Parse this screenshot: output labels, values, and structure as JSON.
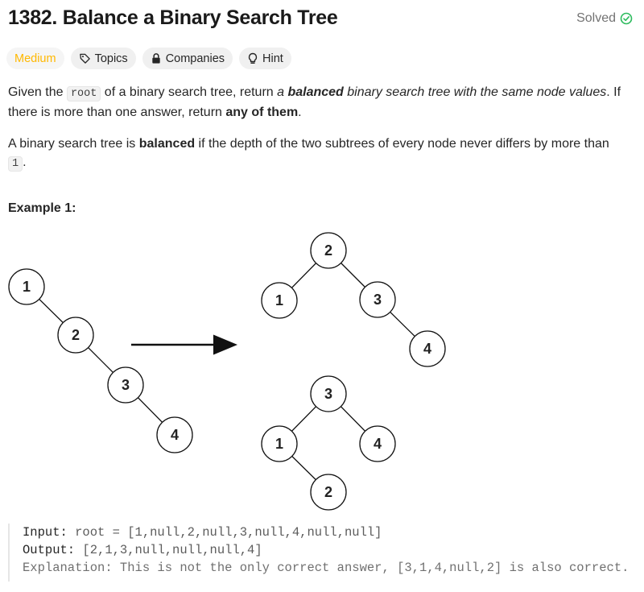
{
  "problem": {
    "title": "1382. Balance a Binary Search Tree",
    "status": "Solved"
  },
  "tags": {
    "difficulty": "Medium",
    "topics": "Topics",
    "companies": "Companies",
    "hint": "Hint"
  },
  "description": {
    "p1_a": "Given the ",
    "p1_code": "root",
    "p1_b": " of a binary search tree, return ",
    "p1_c": "a ",
    "p1_d": "balanced",
    "p1_e": " binary search tree with the same node values",
    "p1_f": ". If there is more than one answer, return ",
    "p1_g": "any of them",
    "p1_h": ".",
    "p2_a": "A binary search tree is ",
    "p2_b": "balanced",
    "p2_c": " if the depth of the two subtrees of every node never differs by more than ",
    "p2_code": "1",
    "p2_d": "."
  },
  "example": {
    "title": "Example 1:",
    "input_label": "Input:",
    "input_value": " root = [1,null,2,null,3,null,4,null,null]",
    "output_label": "Output:",
    "output_value": " [2,1,3,null,null,null,4]",
    "explanation": "Explanation: This is not the only correct answer, [3,1,4,null,2] is also correct."
  },
  "figure": {
    "node_values": [
      "1",
      "2",
      "3",
      "4"
    ]
  },
  "colors": {
    "medium": "#ffb800",
    "solved_check": "#2cbb5d"
  }
}
